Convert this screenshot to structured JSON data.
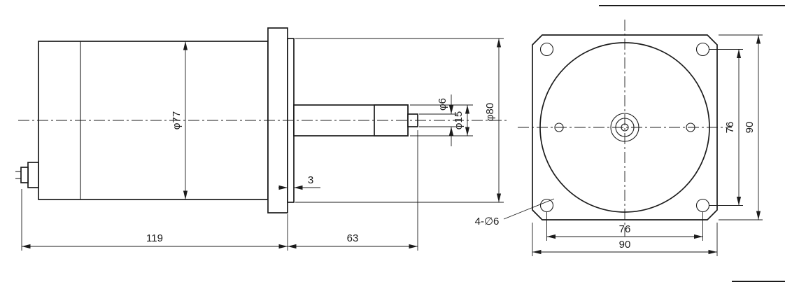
{
  "side_view": {
    "dim_body_diameter": "φ77",
    "dim_shaft_tip_diameter": "φ6",
    "dim_shaft_diameter": "φ15",
    "dim_boss_diameter": "φ80",
    "dim_boss_thickness": "3",
    "dim_body_length": "119",
    "dim_shaft_length": "63"
  },
  "front_view": {
    "label_mounting_holes": "4-∅6",
    "dim_hole_spacing_vertical": "76",
    "dim_flange_height": "90",
    "dim_hole_spacing_horizontal": "76",
    "dim_flange_width": "90"
  },
  "colors": {
    "line": "#1b1b1b",
    "background": "#ffffff"
  }
}
